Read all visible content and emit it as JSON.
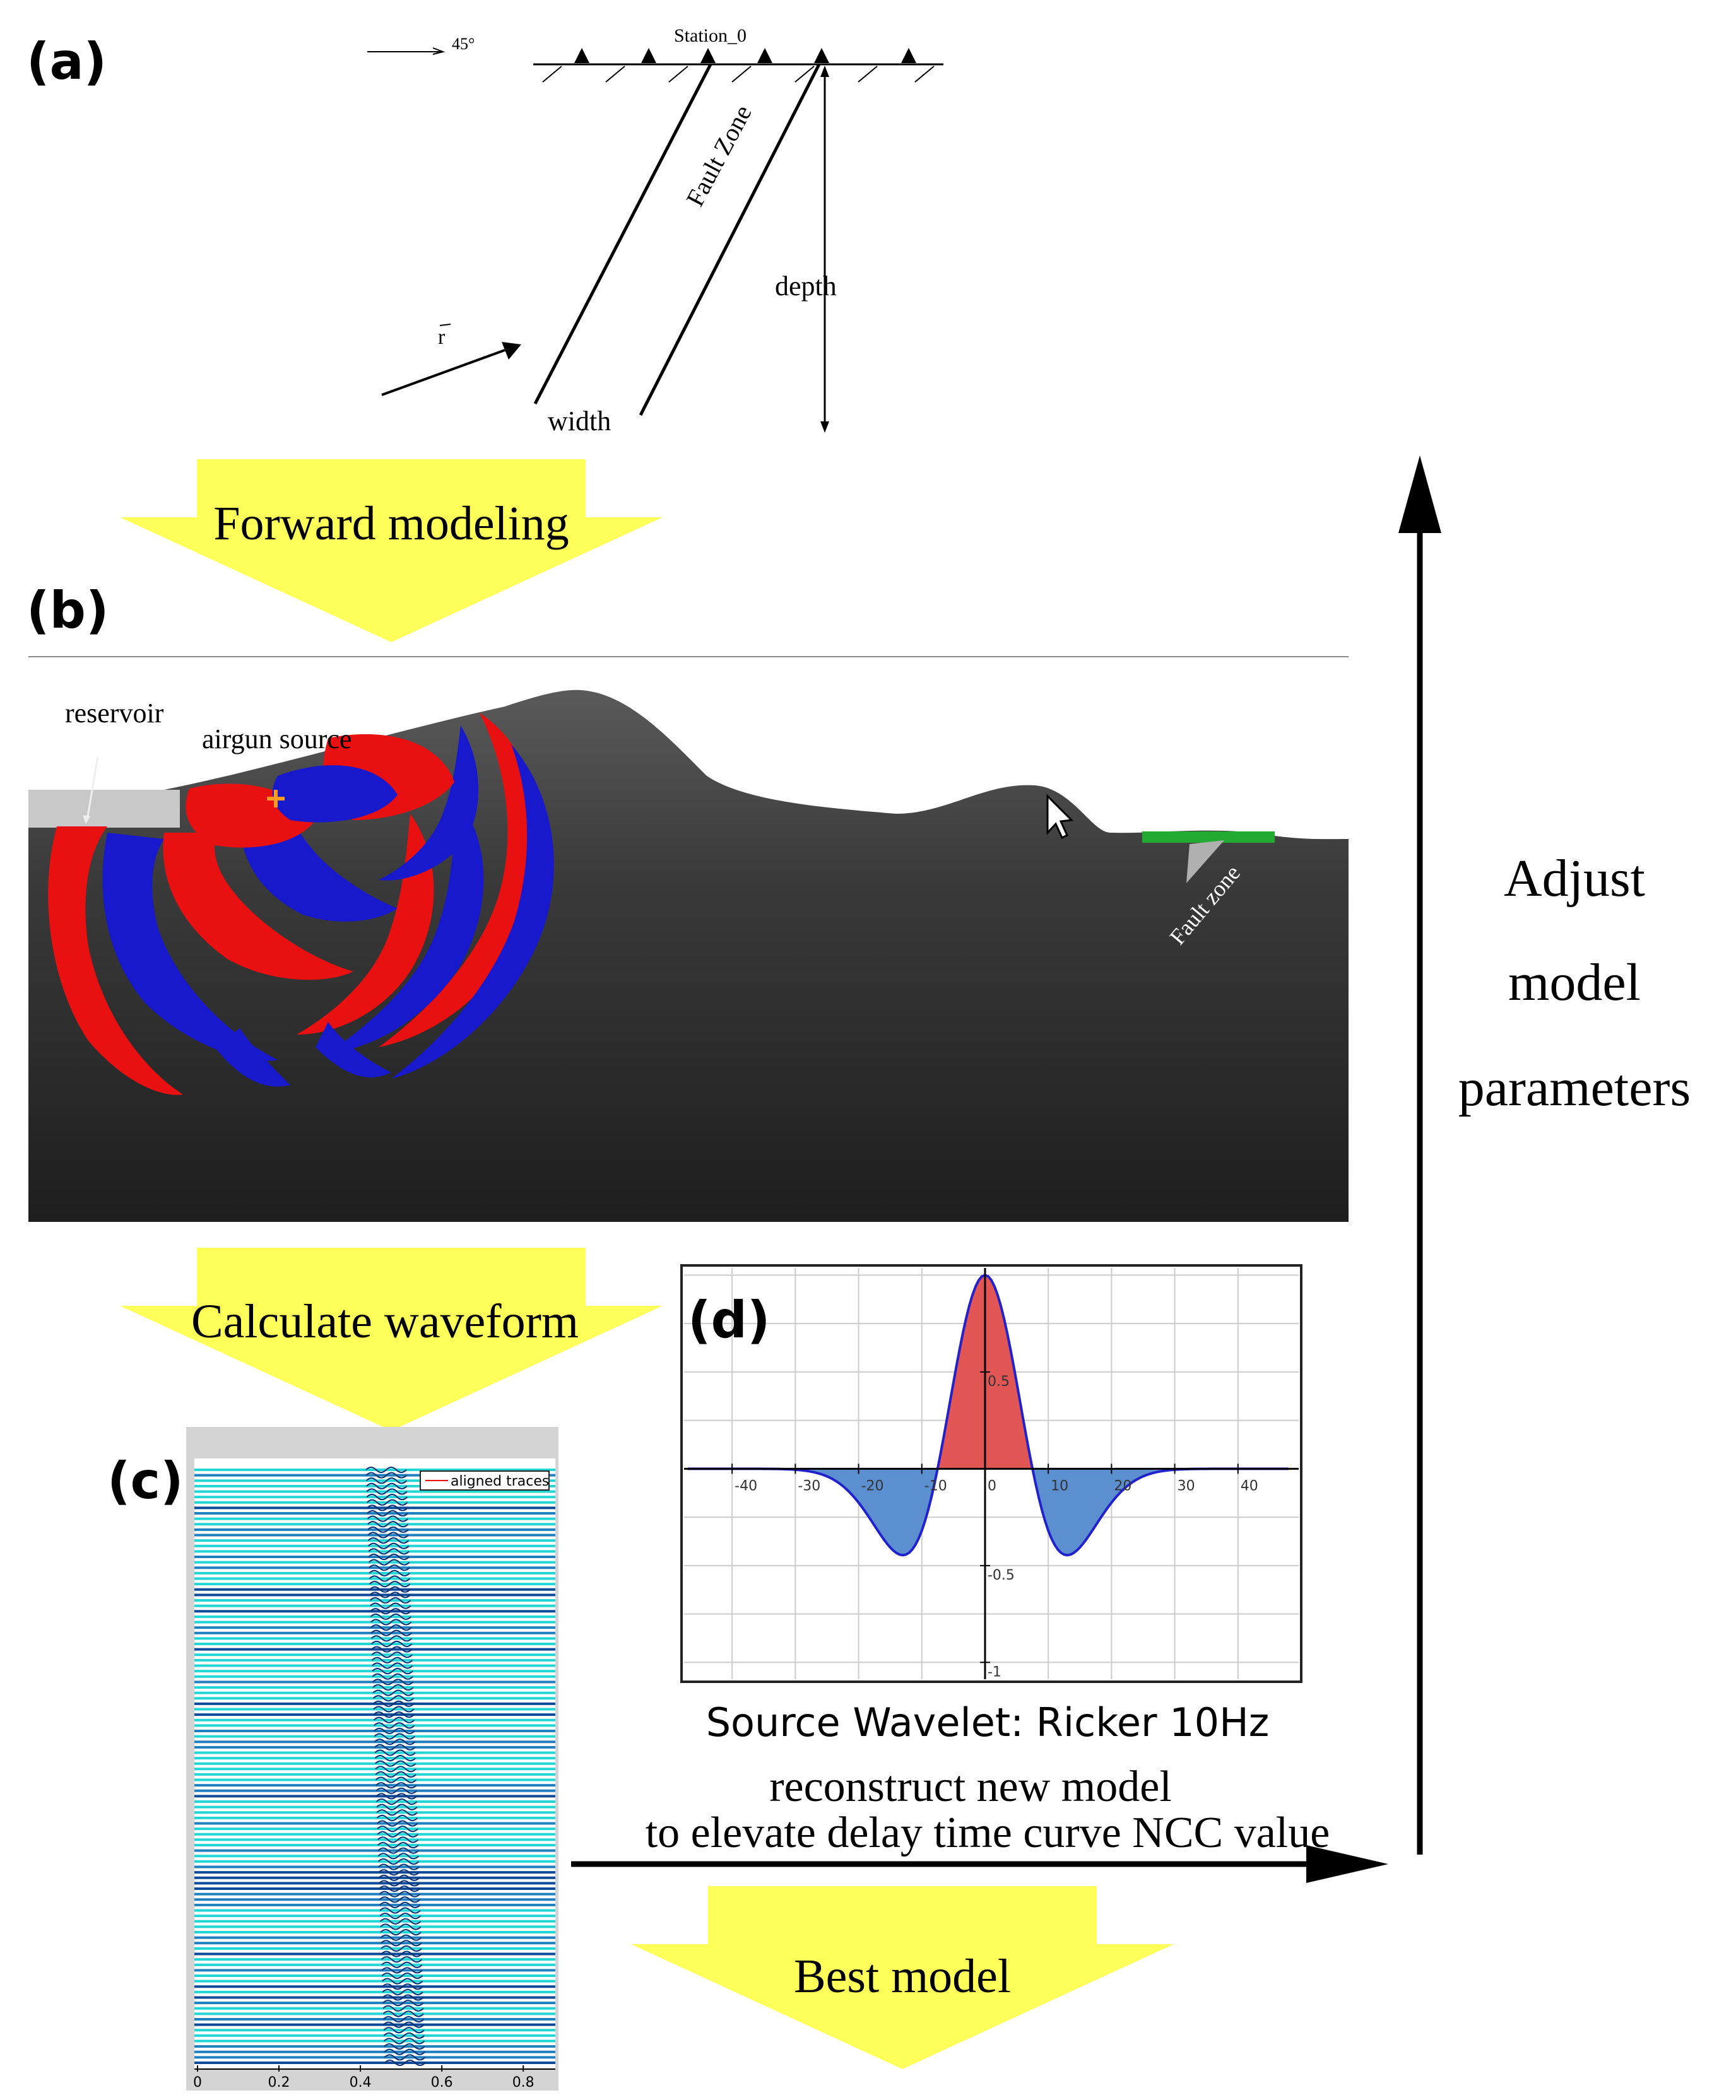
{
  "panel_labels": {
    "a": "(a)",
    "b": "(b)",
    "c": "(c)",
    "d": "(d)"
  },
  "panel_a": {
    "station_label": "Station_0",
    "angle_label": "45°",
    "fault_zone_label": "Fault Zone",
    "depth_label": "depth",
    "width_label": "width",
    "ray_label": "r"
  },
  "flow": {
    "forward_modeling": "Forward modeling",
    "calculate_waveform": "Calculate waveform",
    "best_model": "Best model",
    "adjust_line1": "Adjust",
    "adjust_line2": "model",
    "adjust_line3": "parameters",
    "reconstruct_line1": "reconstruct new model",
    "reconstruct_line2": "to elevate delay time curve NCC value"
  },
  "panel_b": {
    "reservoir_label": "reservoir",
    "airgun_label": "airgun source",
    "fault_zone_label": "Fault zone"
  },
  "panel_c": {
    "legend_label": "aligned traces",
    "x_ticks": [
      "0",
      "0.2",
      "0.4",
      "0.6",
      "0.8"
    ]
  },
  "panel_d": {
    "caption": "Source Wavelet: Ricker 10Hz",
    "x_ticks": [
      "-40",
      "-30",
      "-20",
      "-10",
      "0",
      "10",
      "20",
      "30",
      "40"
    ],
    "y_ticks": [
      "0.5",
      "-0.5",
      "-1"
    ]
  },
  "colors": {
    "arrow_yellow": "#ffff5a",
    "wave_red": "#e81010",
    "wave_blue": "#1818cc",
    "ground_dark": "#2b2b2b",
    "ricker_positive": "#e25555",
    "ricker_negative": "#5b8fd0",
    "trace_cyan": "#22d6d6",
    "fault_green": "#22aa33"
  }
}
